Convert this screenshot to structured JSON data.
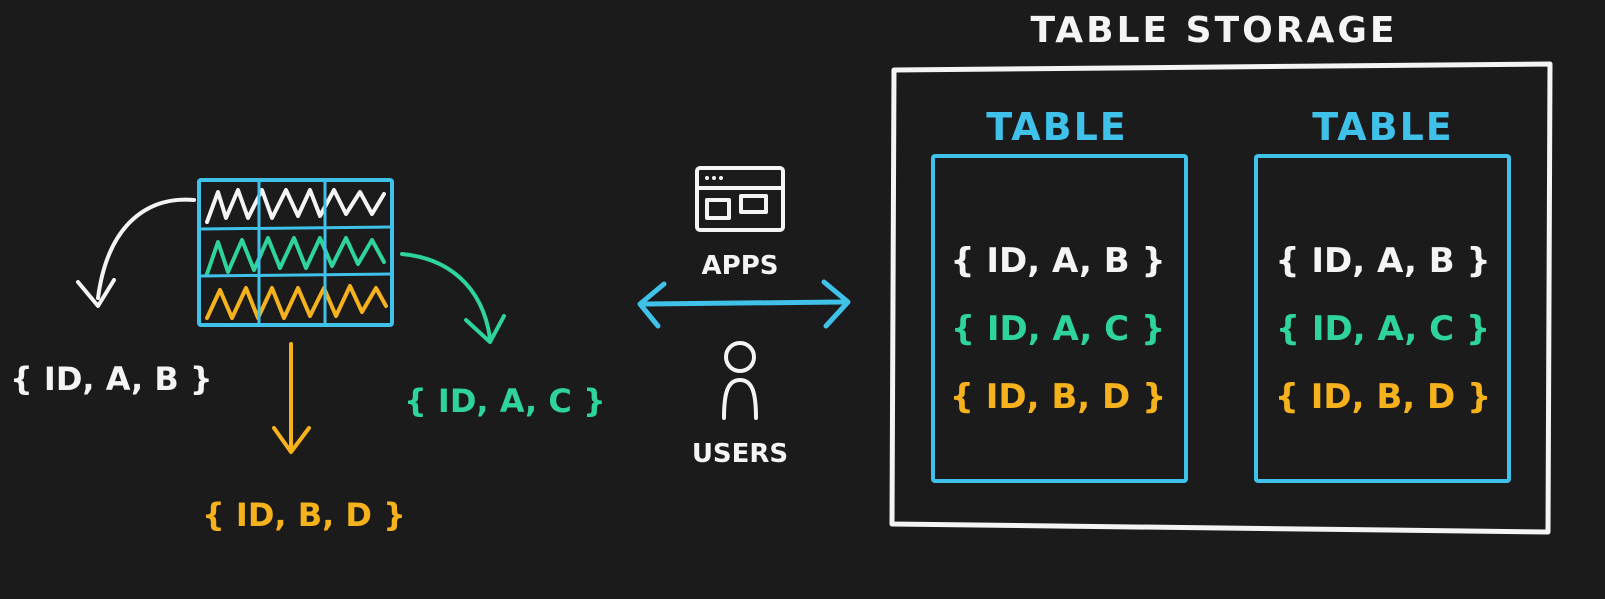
{
  "title": "TABLE STORAGE",
  "colors": {
    "background": "#1b1b1b",
    "white": "#f4f4f4",
    "cyan": "#3fc1ea",
    "green": "#2fd39c",
    "orange": "#f6b21d"
  },
  "split_entities": {
    "white": "{ ID, A, B }",
    "green": "{ ID, A, C }",
    "orange": "{ ID, B, D }"
  },
  "middle": {
    "apps_label": "APPS",
    "users_label": "USERS"
  },
  "tables": [
    {
      "label": "TABLE",
      "rows": [
        "{ ID, A, B }",
        "{ ID, A, C }",
        "{ ID, B, D }"
      ]
    },
    {
      "label": "TABLE",
      "rows": [
        "{ ID, A, B }",
        "{ ID, A, C }",
        "{ ID, B, D }"
      ]
    }
  ]
}
